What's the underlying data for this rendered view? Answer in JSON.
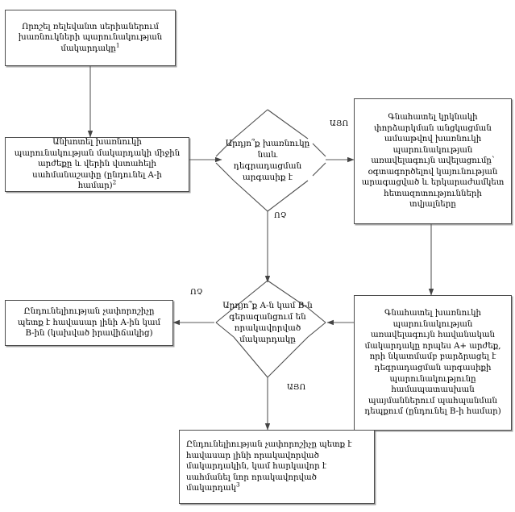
{
  "diagram": {
    "title": "Impurity acceptance criteria decision flowchart",
    "type": "flowchart",
    "language": "hy",
    "colors": {
      "stroke": "#4d4d4d",
      "line": "#595959",
      "text": "#000000",
      "background": "#ffffff",
      "shadow": "#5a5a5a"
    },
    "nodes": [
      {
        "id": "n1",
        "shape": "process",
        "name": "determine-impurity-level",
        "text": "Որոշել ռելեվանտ սերիաներում խառնուկների պարունակության մակարդակը",
        "superscript": "1"
      },
      {
        "id": "n2",
        "shape": "process",
        "name": "estimate-mean-and-upper-confidence-limit",
        "text": "Անխոտել խառնուկի պարունակության մակարդակի միջին արժեքը և վերին վստահելի սահմանաշափը (ընդունել A-ի համար)",
        "superscript": "2"
      },
      {
        "id": "d1",
        "shape": "decision",
        "name": "is-impurity-degradation-product",
        "text": "Արդյո՞ք խառնուկը նաև դեգրադացման արգասիք է"
      },
      {
        "id": "n3",
        "shape": "process",
        "name": "estimate-max-increase-at-retest-date",
        "text": "Գնահատել կրկնակի փորձարկման անցկացման ամսաթվով խառնուկի պարունակության առավելագույն ավելացումը՝ օգտագործելով կայունության արագացված և երկարաժամկետ հետազոտությունների տվյալները",
        "superscript": ""
      },
      {
        "id": "n4",
        "shape": "process",
        "name": "estimate-max-probable-level-b",
        "text": "Գնահատել խառնուկի պարունակության առավելագույն հավանական մակարդակը որպես A+ արժեք, որի նկատմամբ բարձրացել է դեգրադացման արգասիքի պարունակությունը համապատասխան պայմաններում պահպանման դեպքում (ընդունել B-ի համար)",
        "superscript": ""
      },
      {
        "id": "d2",
        "shape": "decision",
        "name": "does-a-or-b-exceed-qualified-level",
        "text": "Արդյո՞ք A-ն կամ B-ն գերազանցում են որակավորված մակարդակը"
      },
      {
        "id": "n5",
        "shape": "process",
        "name": "acceptance-criterion-equals-a-or-b",
        "text": "Ընդունելիության չափորոշիչը պետք է հավասար լինի A-ին կամ B-ին (կախված իրավիճակից)",
        "superscript": ""
      },
      {
        "id": "n6",
        "shape": "process",
        "name": "acceptance-criterion-equals-qualified-level",
        "text": "Ընդունելիության չափորոշիչը պետք է հավասար լինի որակավորված մակարդակին, կամ հարկավոր է սահմանել նոր որակավորված մակարդակ",
        "superscript": "3"
      }
    ],
    "edge_labels": [
      {
        "id": "e_yes_right",
        "name": "edge-label-yes-right",
        "text": "ԱՅՈ"
      },
      {
        "id": "e_no_down",
        "name": "edge-label-no-down",
        "text": "ՈՉ"
      },
      {
        "id": "e_no_left",
        "name": "edge-label-no-left",
        "text": "ՈՉ"
      },
      {
        "id": "e_yes_down",
        "name": "edge-label-yes-down",
        "text": "ԱՅՈ"
      }
    ]
  }
}
